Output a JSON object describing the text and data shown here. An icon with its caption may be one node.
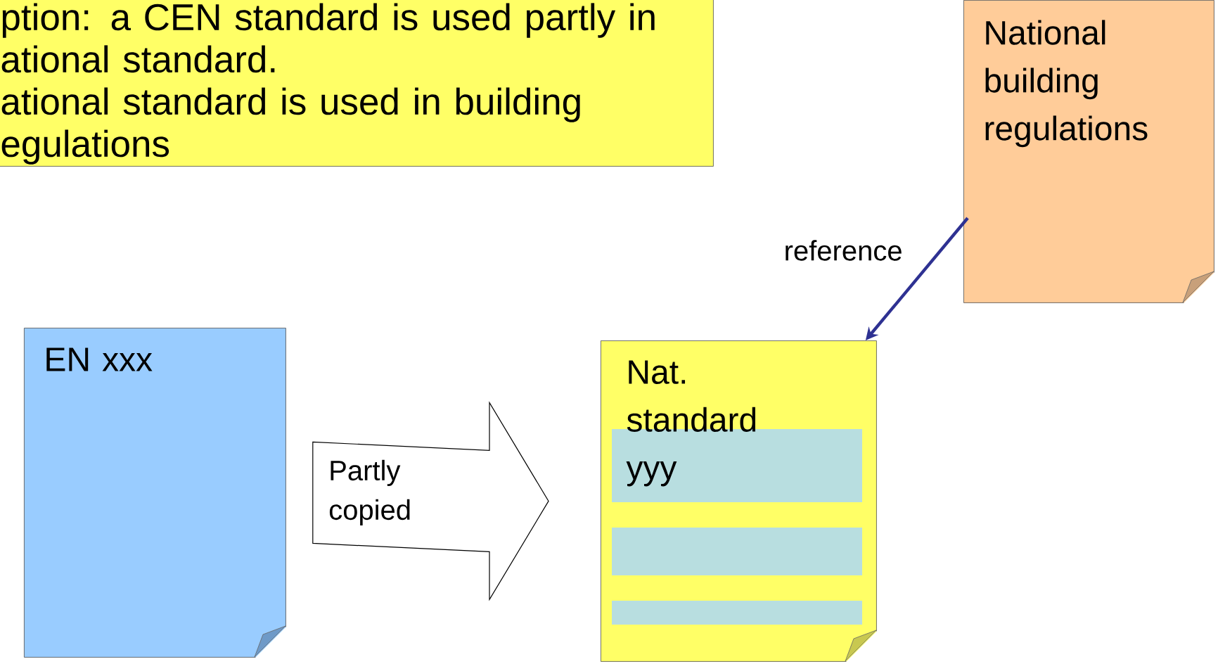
{
  "diagram": {
    "nodes": [
      {
        "text": [
          "ption: a CEN standard is used partly in ational standard.",
          "ational standard is used in building egulations"
        ]
      },
      {
        "text": [
          "EN xxx"
        ]
      },
      {
        "text": [
          "Nat. standard yyy"
        ]
      },
      {
        "text": [
          "National building regulations"
        ]
      }
    ],
    "edges": [
      {
        "from": 1,
        "to": 2,
        "arrow": "to",
        "label": "Partly copied"
      },
      {
        "from": 3,
        "to": 2,
        "arrow": "to",
        "label": "reference",
        "color": "#2e3192"
      }
    ]
  }
}
